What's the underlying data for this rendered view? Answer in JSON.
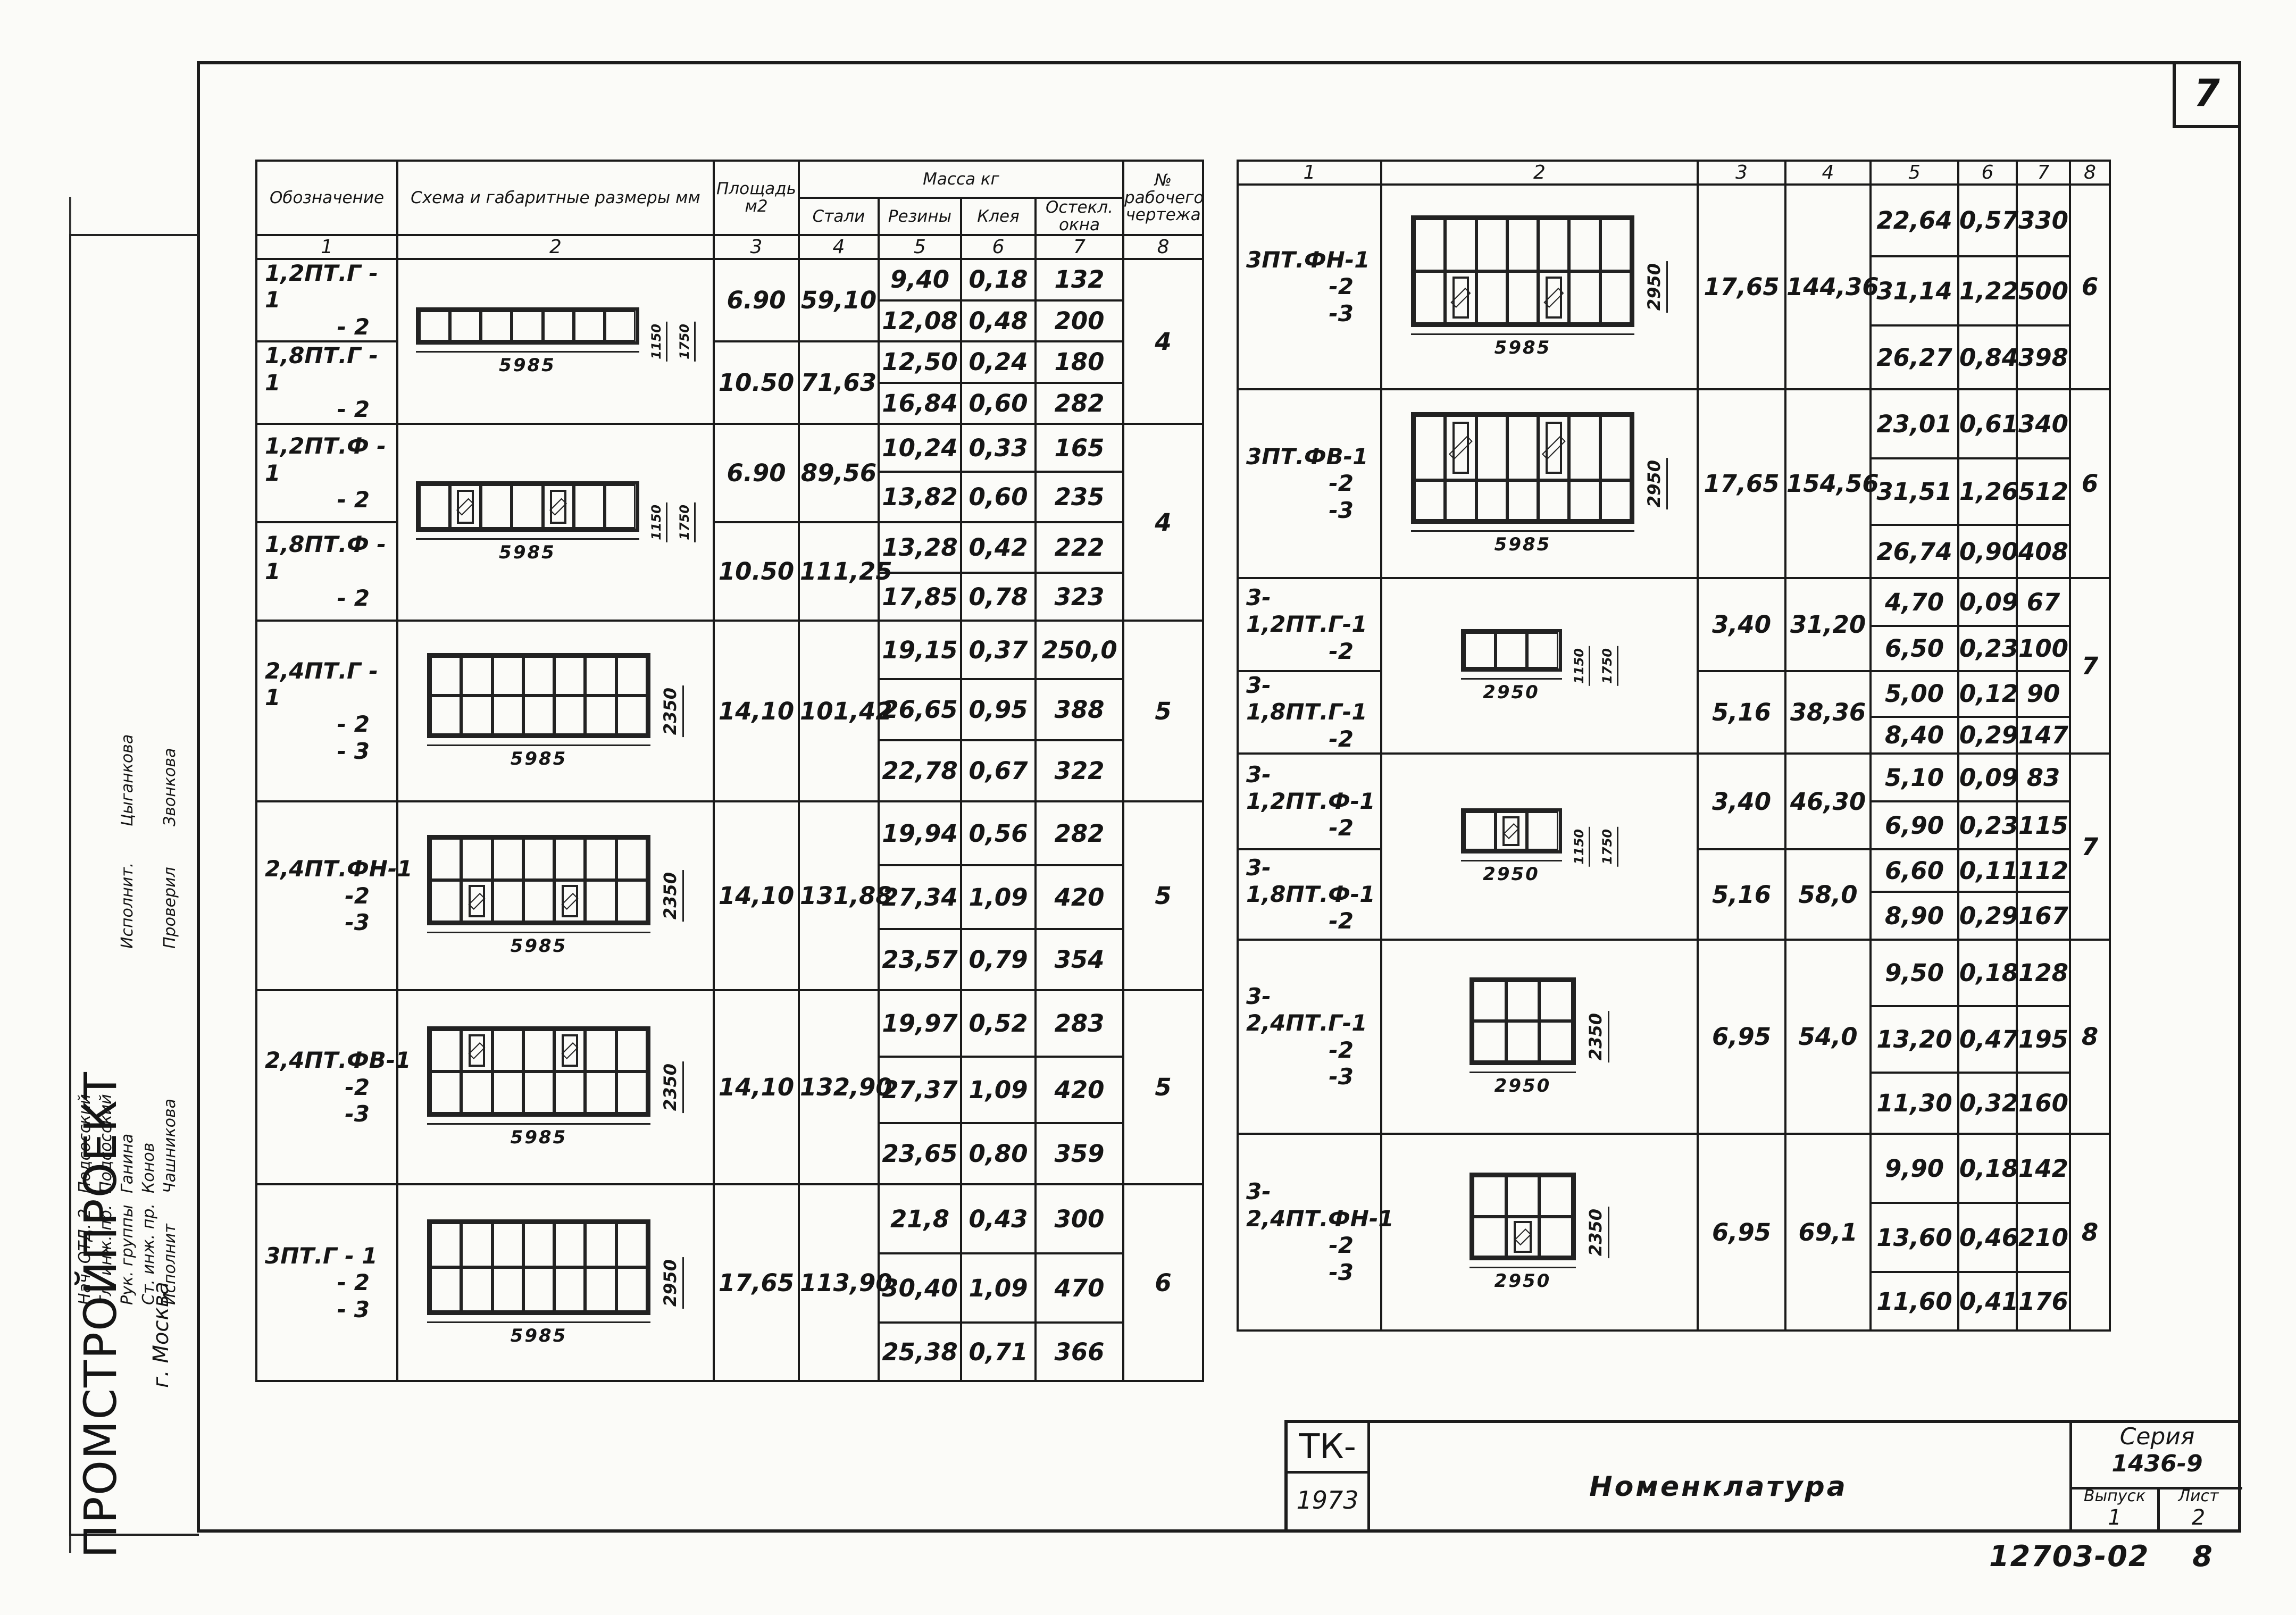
{
  "page_number": "7",
  "organization": "ПРОМСТРОЙПРОЕКТ",
  "city": "г. Москва",
  "sidebar_labels": [
    "Нач. ОТД. 2",
    "Гл. инж. пр.",
    "Рук. группы",
    "Ст. инж. пр.",
    "Исполнит",
    "Подсосский",
    "Подсосский",
    "Ганина",
    "Конов",
    "Чашникова",
    "Исполнит.",
    "Проверил",
    "Цыганкова",
    "Звонкова"
  ],
  "table_left": {
    "headers": [
      "Обозначение",
      "Схема и габаритные размеры мм",
      "Площадь м2",
      "Масса кг",
      "Стали",
      "Резины",
      "Клея",
      "Остекл. окна",
      "№ рабочего чертежа"
    ],
    "colnums": [
      "1",
      "2",
      "3",
      "4",
      "5",
      "6",
      "7",
      "8"
    ],
    "groups": [
      {
        "codes": [
          "1,2ПТ.Г - 1",
          "- 2",
          "1,8ПТ.Г - 1",
          "- 2"
        ],
        "dim_w": "5985",
        "dim_h": "1150",
        "dim_h2": "1750",
        "area1": "6.90",
        "area2": "10.50",
        "steel1": "59,10",
        "steel2": "71,63",
        "rows": [
          [
            "9,40",
            "0,18",
            "132"
          ],
          [
            "12,08",
            "0,48",
            "200"
          ],
          [
            "12,50",
            "0,24",
            "180"
          ],
          [
            "16,84",
            "0,60",
            "282"
          ]
        ],
        "sheet": "4"
      },
      {
        "codes": [
          "1,2ПТ.Ф - 1",
          "- 2",
          "1,8ПТ.Ф - 1",
          "- 2"
        ],
        "dim_w": "5985",
        "dim_h": "1150",
        "dim_h2": "1750",
        "area1": "6.90",
        "area2": "10.50",
        "steel1": "89,56",
        "steel2": "111,25",
        "rows": [
          [
            "10,24",
            "0,33",
            "165"
          ],
          [
            "13,82",
            "0,60",
            "235"
          ],
          [
            "13,28",
            "0,42",
            "222"
          ],
          [
            "17,85",
            "0,78",
            "323"
          ]
        ],
        "sheet": "4"
      },
      {
        "codes": [
          "2,4ПТ.Г - 1",
          "- 2",
          "- 3"
        ],
        "dim_w": "5985",
        "dim_h": "2350",
        "area": "14,10",
        "steel": "101,42",
        "rows": [
          [
            "19,15",
            "0,37",
            "250,0"
          ],
          [
            "26,65",
            "0,95",
            "388"
          ],
          [
            "22,78",
            "0,67",
            "322"
          ]
        ],
        "sheet": "5"
      },
      {
        "codes": [
          "2,4ПТ.ФН-1",
          "-2",
          "-3"
        ],
        "dim_w": "5985",
        "dim_h": "2350",
        "area": "14,10",
        "steel": "131,88",
        "rows": [
          [
            "19,94",
            "0,56",
            "282"
          ],
          [
            "27,34",
            "1,09",
            "420"
          ],
          [
            "23,57",
            "0,79",
            "354"
          ]
        ],
        "sheet": "5"
      },
      {
        "codes": [
          "2,4ПТ.ФВ-1",
          "-2",
          "-3"
        ],
        "dim_w": "5985",
        "dim_h": "2350",
        "area": "14,10",
        "steel": "132,90",
        "rows": [
          [
            "19,97",
            "0,52",
            "283"
          ],
          [
            "27,37",
            "1,09",
            "420"
          ],
          [
            "23,65",
            "0,80",
            "359"
          ]
        ],
        "sheet": "5"
      },
      {
        "codes": [
          "3ПТ.Г - 1",
          "- 2",
          "- 3"
        ],
        "dim_w": "5985",
        "dim_h": "2950",
        "area": "17,65",
        "steel": "113,90",
        "rows": [
          [
            "21,8",
            "0,43",
            "300"
          ],
          [
            "30,40",
            "1,09",
            "470"
          ],
          [
            "25,38",
            "0,71",
            "366"
          ]
        ],
        "sheet": "6"
      }
    ]
  },
  "table_right": {
    "colnums": [
      "1",
      "2",
      "3",
      "4",
      "5",
      "6",
      "7",
      "8"
    ],
    "groups": [
      {
        "codes": [
          "3ПТ.ФН-1",
          "-2",
          "-3"
        ],
        "dim_w": "5985",
        "dim_h": "2950",
        "c3": "17,65",
        "c4": "144,36",
        "rows": [
          [
            "22,64",
            "0,57",
            "330"
          ],
          [
            "31,14",
            "1,22",
            "500"
          ],
          [
            "26,27",
            "0,84",
            "398"
          ]
        ],
        "sheet": "6"
      },
      {
        "codes": [
          "3ПТ.ФВ-1",
          "-2",
          "-3"
        ],
        "dim_w": "5985",
        "dim_h": "2950",
        "c3": "17,65",
        "c4": "154,56",
        "rows": [
          [
            "23,01",
            "0,61",
            "340"
          ],
          [
            "31,51",
            "1,26",
            "512"
          ],
          [
            "26,74",
            "0,90",
            "408"
          ]
        ],
        "sheet": "6"
      },
      {
        "codes": [
          "3-1,2ПТ.Г-1",
          "-2",
          "3-1,8ПТ.Г-1",
          "-2"
        ],
        "dim_w": "2950",
        "dim_h": "1150",
        "dim_h2": "1750",
        "c3a": "3,40",
        "c4a": "31,20",
        "c3b": "5,16",
        "c4b": "38,36",
        "rows": [
          [
            "4,70",
            "0,09",
            "67"
          ],
          [
            "6,50",
            "0,23",
            "100"
          ],
          [
            "5,00",
            "0,12",
            "90"
          ],
          [
            "8,40",
            "0,29",
            "147"
          ]
        ],
        "sheet": "7"
      },
      {
        "codes": [
          "3-1,2ПТ.Ф-1",
          "-2",
          "3-1,8ПТ.Ф-1",
          "-2"
        ],
        "dim_w": "2950",
        "dim_h": "1150",
        "dim_h2": "1750",
        "c3a": "3,40",
        "c4a": "46,30",
        "c3b": "5,16",
        "c4b": "58,0",
        "rows": [
          [
            "5,10",
            "0,09",
            "83"
          ],
          [
            "6,90",
            "0,23",
            "115"
          ],
          [
            "6,60",
            "0,11",
            "112"
          ],
          [
            "8,90",
            "0,29",
            "167"
          ]
        ],
        "sheet": "7"
      },
      {
        "codes": [
          "3-2,4ПТ.Г-1",
          "-2",
          "-3"
        ],
        "dim_w": "2950",
        "dim_h": "2350",
        "c3": "6,95",
        "c4": "54,0",
        "rows": [
          [
            "9,50",
            "0,18",
            "128"
          ],
          [
            "13,20",
            "0,47",
            "195"
          ],
          [
            "11,30",
            "0,32",
            "160"
          ]
        ],
        "sheet": "8"
      },
      {
        "codes": [
          "3-2,4ПТ.ФН-1",
          "-2",
          "-3"
        ],
        "dim_w": "2950",
        "dim_h": "2350",
        "c3": "6,95",
        "c4": "69,1",
        "rows": [
          [
            "9,90",
            "0,18",
            "142"
          ],
          [
            "13,60",
            "0,46",
            "210"
          ],
          [
            "11,60",
            "0,41",
            "176"
          ]
        ],
        "sheet": "8"
      }
    ]
  },
  "title_block": {
    "album": "ТК-",
    "year": "1973",
    "title": "Номенклатура",
    "series_label": "Серия",
    "series": "1436-9",
    "issue_label": "Выпуск",
    "issue": "1",
    "sheet_label": "Лист",
    "sheet": "2"
  },
  "archive_code": "12703-02",
  "archive_sheet": "8"
}
